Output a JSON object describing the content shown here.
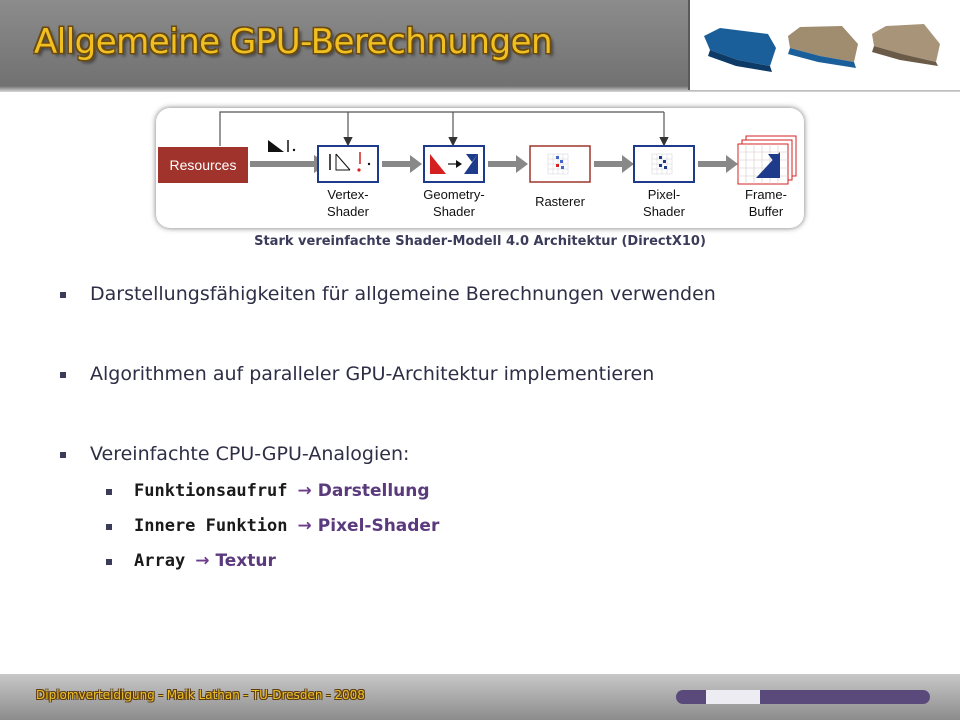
{
  "slide": {
    "title": "Allgemeine GPU-Berechnungen",
    "caption": "Stark vereinfachte Shader-Modell 4.0 Architektur (DirectX10)",
    "footer": "Diplomverteidigung - Maik Lathan - TU-Dresden - 2008",
    "progress": {
      "segment_start": 0.12,
      "segment_end": 0.33
    }
  },
  "pipeline": {
    "resources": "Resources",
    "stages": [
      {
        "line1": "Vertex-",
        "line2": "Shader"
      },
      {
        "line1": "Geometry-",
        "line2": "Shader"
      },
      {
        "line1": "Rasterer",
        "line2": ""
      },
      {
        "line1": "Pixel-",
        "line2": "Shader"
      },
      {
        "line1": "Frame-",
        "line2": "Buffer"
      }
    ]
  },
  "bullets": [
    "Darstellungsfähigkeiten für allgemeine Berechnungen verwenden",
    "Algorithmen auf paralleler GPU-Architektur implementieren",
    "Vereinfachte CPU-GPU-Analogien:"
  ],
  "analogies": [
    {
      "code": "Funktionsaufruf",
      "arrow": "→",
      "target": "Darstellung"
    },
    {
      "code": "Innere Funktion",
      "arrow": "→",
      "target": "Pixel-Shader"
    },
    {
      "code": "Array",
      "arrow": "→",
      "target": "Textur"
    }
  ],
  "colors": {
    "title": "#f0c020",
    "resources": "#a0342c",
    "stage_border": "#1e3a8a",
    "accent": "#5a3a7c"
  }
}
